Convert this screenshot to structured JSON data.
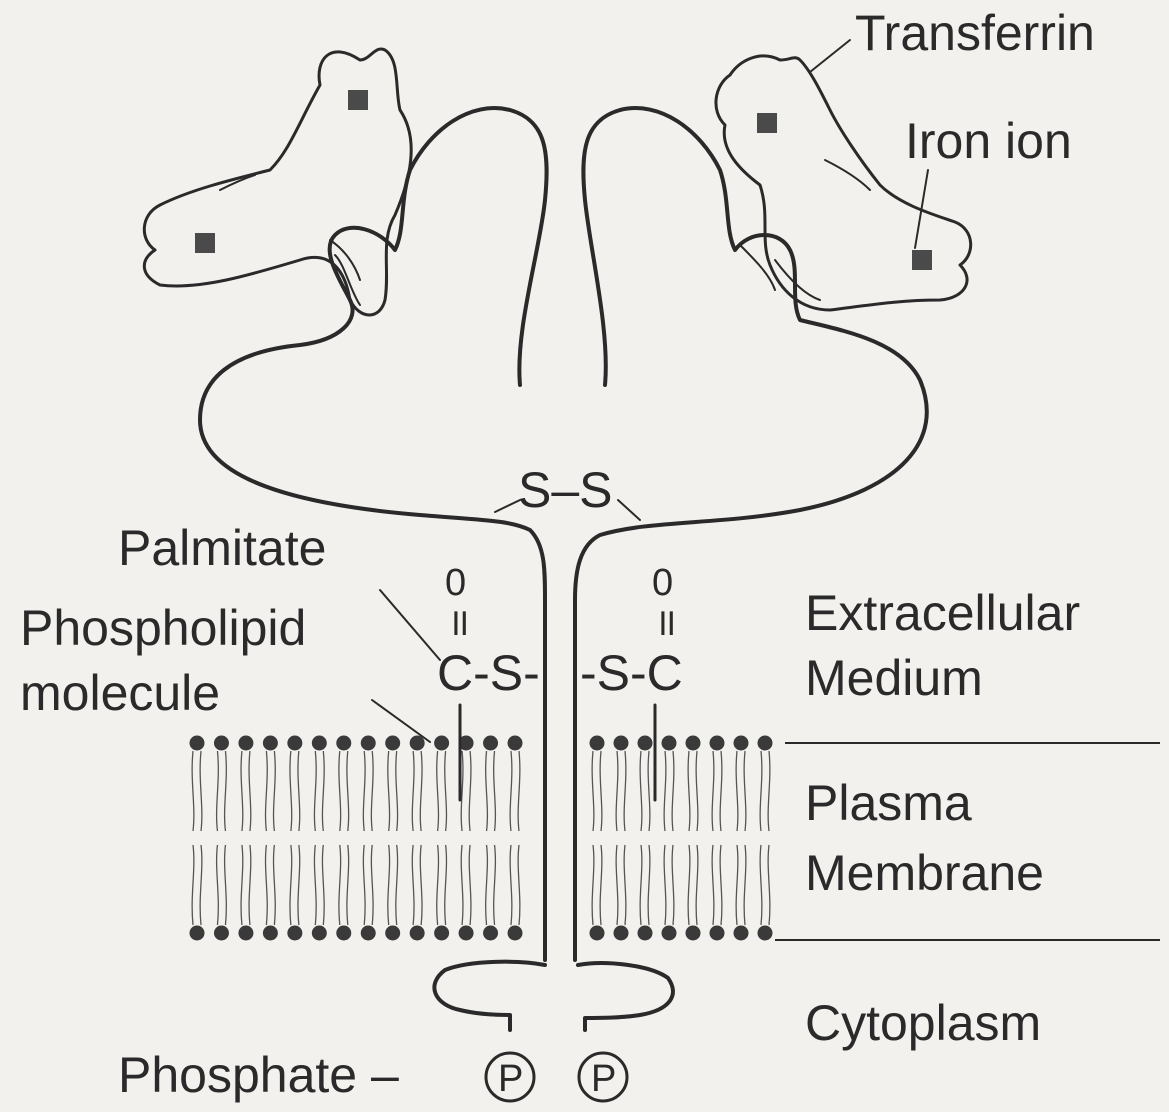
{
  "labels": {
    "transferrin": "Transferrin",
    "iron_ion": "Iron ion",
    "disulfide": "S–S",
    "palmitate": "Palmitate",
    "phospholipid_line1": "Phospholipid",
    "phospholipid_line2": "molecule",
    "extracellular_line1": "Extracellular",
    "extracellular_line2": "Medium",
    "plasma_line1": "Plasma",
    "plasma_line2": "Membrane",
    "cytoplasm": "Cytoplasm",
    "phosphate": "Phosphate –",
    "carbonyl_o_left": "0",
    "carbonyl_o_right": "0",
    "double_bond_left": "॥",
    "double_bond_right": "॥",
    "thioester_left": "C-S-",
    "thioester_right": "-S-C",
    "phosphate_symbol_left": "P",
    "phosphate_symbol_right": "P"
  },
  "colors": {
    "background": "#f2f1ee",
    "ink": "#2a2a2a"
  }
}
